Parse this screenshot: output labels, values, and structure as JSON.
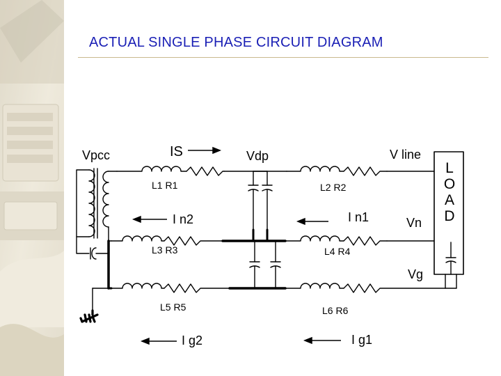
{
  "title": "ACTUAL SINGLE PHASE CIRCUIT DIAGRAM",
  "labels": {
    "vpcc": "Vpcc",
    "is": "IS",
    "vdp": "Vdp",
    "vline": "V line",
    "l1r1": "L1  R1",
    "l2r2": "L2  R2",
    "in2": "I n2",
    "in1": "I n1",
    "vn": "Vn",
    "l3r3": "L3  R3",
    "l4r4": "L4  R4",
    "vg": "Vg",
    "l5r5": "L5  R5",
    "l6r6": "L6  R6",
    "ig2": "I g2",
    "ig1": "I g1"
  },
  "load": [
    "L",
    "O",
    "A",
    "D"
  ],
  "colors": {
    "title": "#1a1fb5",
    "wire": "#000000",
    "photo_tone": "#d9cfb4"
  }
}
